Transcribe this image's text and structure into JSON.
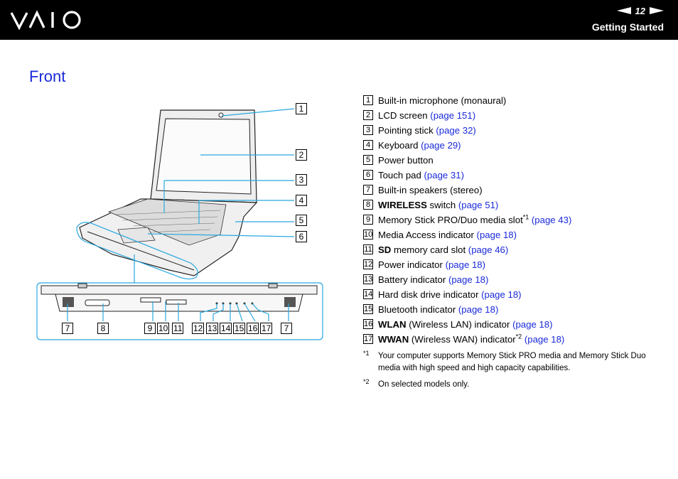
{
  "header": {
    "page_number": "12",
    "section": "Getting Started",
    "logo_text": "VAIO"
  },
  "title": "Front",
  "items": [
    {
      "num": "1",
      "bold": "",
      "text": "Built-in microphone (monaural)",
      "sup": "",
      "link": ""
    },
    {
      "num": "2",
      "bold": "",
      "text": "LCD screen ",
      "sup": "",
      "link": "(page 151)"
    },
    {
      "num": "3",
      "bold": "",
      "text": "Pointing stick ",
      "sup": "",
      "link": "(page 32)"
    },
    {
      "num": "4",
      "bold": "",
      "text": "Keyboard ",
      "sup": "",
      "link": "(page 29)"
    },
    {
      "num": "5",
      "bold": "",
      "text": "Power button",
      "sup": "",
      "link": ""
    },
    {
      "num": "6",
      "bold": "",
      "text": "Touch pad ",
      "sup": "",
      "link": "(page 31)"
    },
    {
      "num": "7",
      "bold": "",
      "text": "Built-in speakers (stereo)",
      "sup": "",
      "link": ""
    },
    {
      "num": "8",
      "bold": "WIRELESS",
      "text": " switch ",
      "sup": "",
      "link": "(page 51)"
    },
    {
      "num": "9",
      "bold": "",
      "text": "Memory Stick PRO/Duo media slot",
      "sup": "*1",
      "link": " (page 43)"
    },
    {
      "num": "10",
      "bold": "",
      "text": "Media Access indicator ",
      "sup": "",
      "link": "(page 18)"
    },
    {
      "num": "11",
      "bold": "SD",
      "text": " memory card slot ",
      "sup": "",
      "link": "(page 46)"
    },
    {
      "num": "12",
      "bold": "",
      "text": "Power indicator ",
      "sup": "",
      "link": "(page 18)"
    },
    {
      "num": "13",
      "bold": "",
      "text": "Battery indicator ",
      "sup": "",
      "link": "(page 18)"
    },
    {
      "num": "14",
      "bold": "",
      "text": "Hard disk drive indicator ",
      "sup": "",
      "link": "(page 18)"
    },
    {
      "num": "15",
      "bold": "",
      "text": "Bluetooth indicator ",
      "sup": "",
      "link": "(page 18)"
    },
    {
      "num": "16",
      "bold": "WLAN",
      "text": " (Wireless LAN) indicator ",
      "sup": "",
      "link": "(page 18)"
    },
    {
      "num": "17",
      "bold": "WWAN",
      "text": " (Wireless WAN) indicator",
      "sup": "*2",
      "link": " (page 18)"
    }
  ],
  "notes": [
    {
      "mark": "*1",
      "text": "Your computer supports Memory Stick PRO media and Memory Stick Duo media with high speed and high capacity capabilities."
    },
    {
      "mark": "*2",
      "text": "On selected models only."
    }
  ],
  "figure": {
    "top_callouts": [
      "1",
      "2",
      "3",
      "4",
      "5",
      "6"
    ],
    "bottom_callouts": [
      "7",
      "8",
      "9",
      "10",
      "11",
      "12",
      "13",
      "14",
      "15",
      "16",
      "17",
      "7"
    ]
  }
}
